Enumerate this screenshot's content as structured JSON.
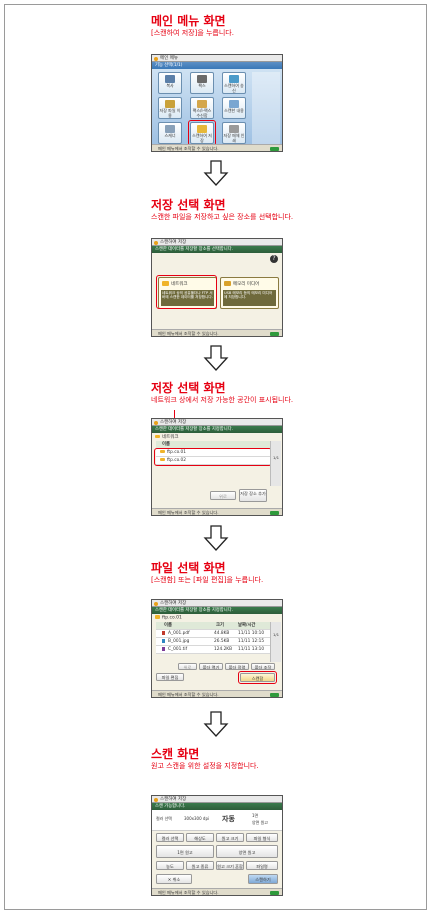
{
  "sections": [
    {
      "title": "메인 메뉴 화면",
      "subtitle": "[스캔하여 저장]을 누릅니다."
    },
    {
      "title": "저장 선택 화면",
      "subtitle": "스캔한 파일을 저장하고 싶은 장소를 선택합니다."
    },
    {
      "title": "저장 선택 화면",
      "subtitle": "네트워크 상에서 저장 가능한 공간이 표시됩니다."
    },
    {
      "title": "파일 선택 화면",
      "subtitle": "[스캔함] 또는 [파일 편집]을 누릅니다."
    },
    {
      "title": "스캔 화면",
      "subtitle": "원고 스캔을 위한 설정을 지정합니다."
    }
  ],
  "colors": {
    "accent": "#e60012",
    "header_green": "#2d5d3a",
    "menu_blue": "#3a78b8",
    "panel_beige": "#f4f1e4",
    "ok_green": "#2f9a3c"
  },
  "screen1": {
    "window_title": "메인 메뉴",
    "header": "기능 선택(1/1)",
    "tiles": [
      {
        "label": "복사",
        "icon": "copy-icon"
      },
      {
        "label": "팩스",
        "icon": "fax-icon"
      },
      {
        "label": "스캔하여 송신",
        "icon": "scan-send-icon"
      },
      {
        "label": "저장 파일 이용",
        "icon": "stored-files-icon"
      },
      {
        "label": "팩스/I-팩스 수신함",
        "icon": "inbox-icon"
      },
      {
        "label": "스캔한 내용",
        "icon": "scan-icon"
      },
      {
        "label": "스캐너",
        "icon": "scanner-icon"
      },
      {
        "label": "스캔하여 저장",
        "icon": "scan-save-icon"
      },
      {
        "label": "저장 매체 인쇄",
        "icon": "print-media-icon"
      }
    ],
    "status": "메인 메뉴에서 조작할 수 있습니다."
  },
  "screen2": {
    "window_title": "스캔하여 저장",
    "header": "스캔한 데이터를 저장할 장소를 선택합니다.",
    "options": [
      {
        "label": "네트워크",
        "desc": "네트워크 상의 공유폴더나 FTP 서버에 스캔한 데이터를 저장합니다."
      },
      {
        "label": "메모리 미디어",
        "desc": "USB 메모리 등의 메모리 미디어에 저장합니다."
      }
    ],
    "status": "메인 메뉴에서 조작할 수 있습니다."
  },
  "screen3": {
    "window_title": "스캔하여 저장",
    "header": "스캔한 데이터를 저장할 장소를 지정합니다.",
    "breadcrumb": "네트워크",
    "column_name": "이름",
    "items": [
      "ftp.co.01",
      "ftp.co.02"
    ],
    "page": "1/1",
    "buttons": [
      "위로",
      "저장 장소 추가"
    ],
    "status": "메인 메뉴에서 조작할 수 있습니다."
  },
  "screen4": {
    "window_title": "스캔하여 저장",
    "header": "스캔한 데이터를 저장할 장소를 지정합니다.",
    "path": "ftp.co.01",
    "columns": [
      "이름",
      "크기",
      "날짜/시간"
    ],
    "files": [
      {
        "name": "A_001.pdf",
        "size": "44.8KB",
        "date": "11/11 10:10"
      },
      {
        "name": "B_001.jpg",
        "size": "26.5KB",
        "date": "11/11 12:15"
      },
      {
        "name": "C_001.tif",
        "size": "124.2KB",
        "date": "11/11 13:10"
      }
    ],
    "page": "1/1",
    "buttons": [
      "위로",
      "폴더 열기",
      "폴더 정렬",
      "폴더 조작",
      "파일 편집",
      "스캔함"
    ],
    "status": "메인 메뉴에서 조작할 수 있습니다."
  },
  "screen5": {
    "window_title": "스캔하여 저장",
    "header": "스캔 가능합니다.",
    "labels": [
      "컬러 선택",
      "300x300 dpi",
      "자동",
      "1면",
      "양면 원고"
    ],
    "buttons": [
      "컬러 선택",
      "해상도",
      "원고 크기",
      "파일 형식",
      "1면 원고",
      "양면 원고",
      "농도",
      "원고 종류",
      "원고 크기 혼합",
      "파일명",
      "취소",
      "스캔하기"
    ],
    "status": "메인 메뉴에서 조작할 수 있습니다."
  }
}
